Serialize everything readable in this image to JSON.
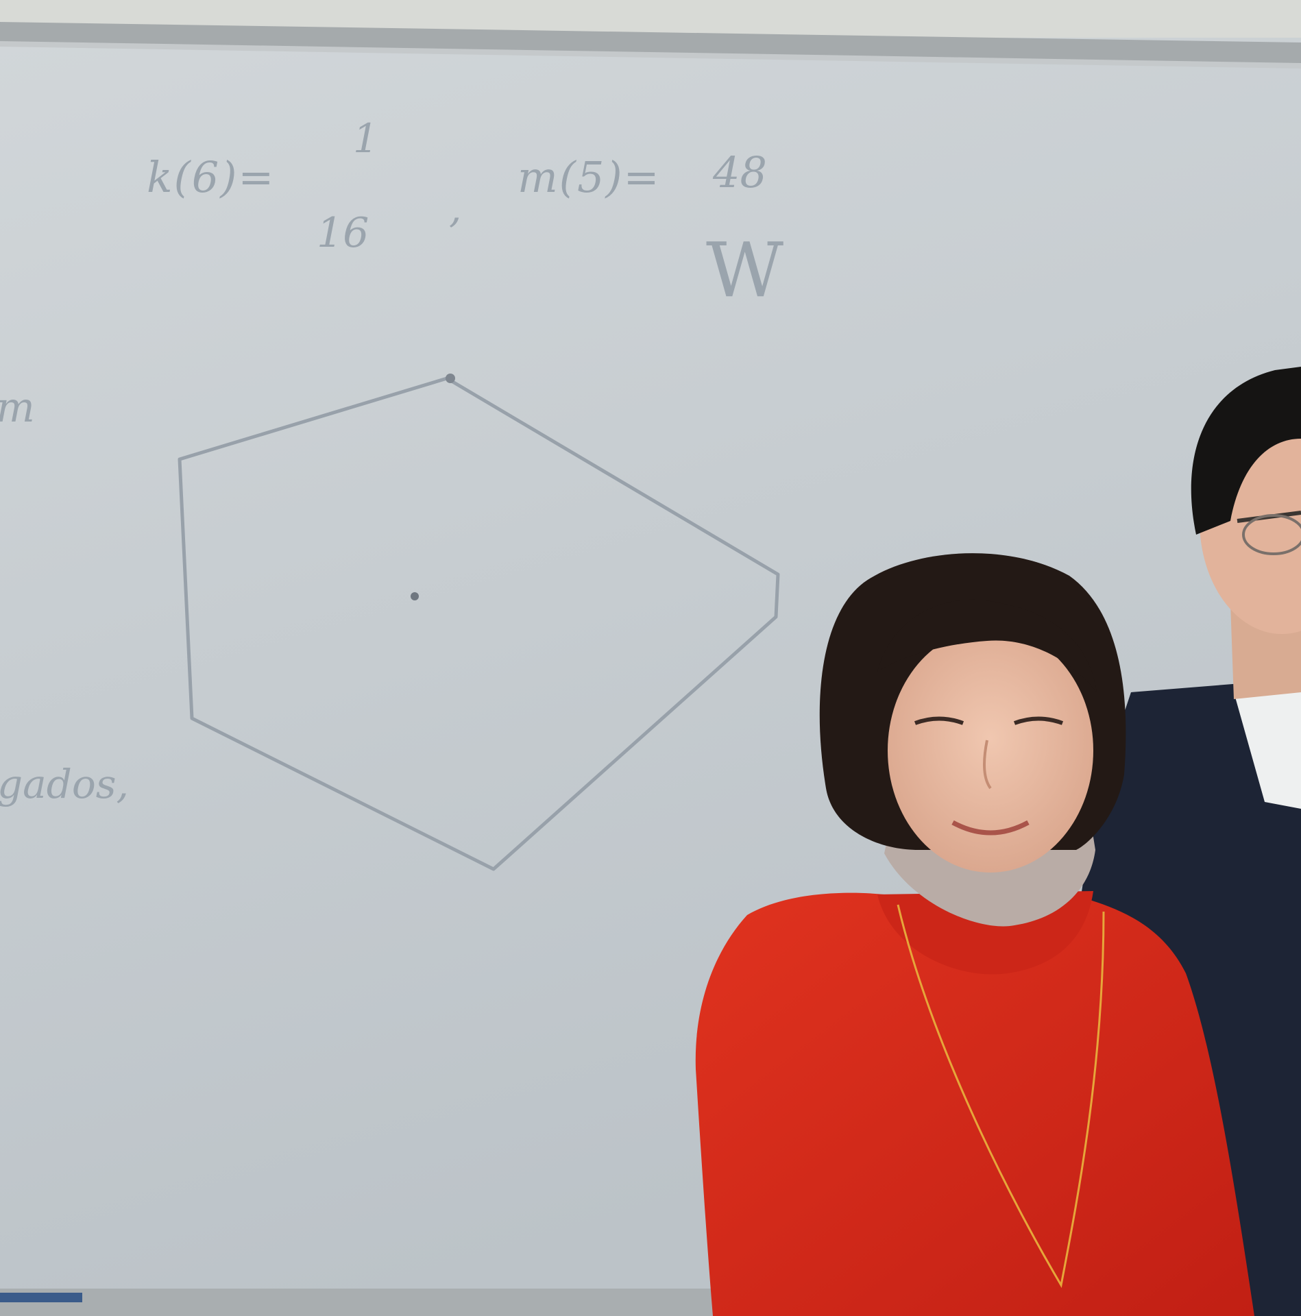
{
  "scene": {
    "description_free": true,
    "whiteboard": {
      "equation_left": "k(6)=",
      "fraction_numerator": "1",
      "fraction_denominator": "16",
      "comma": ",",
      "equation_right": "m(5)=",
      "equation_right_value": "48",
      "equation_right_below": "W",
      "left_edge_top": "m",
      "left_edge_bottom": "gados,"
    },
    "colors": {
      "whiteboard": "#c7ccd0",
      "frame": "#9ea3a5",
      "marker": "#9aa4ad",
      "sweater": "#d42a1c",
      "turtleneck": "#b9aca6",
      "suit": "#1d2435",
      "hair": "#1c1512",
      "skin": "#e7b9a1"
    }
  }
}
